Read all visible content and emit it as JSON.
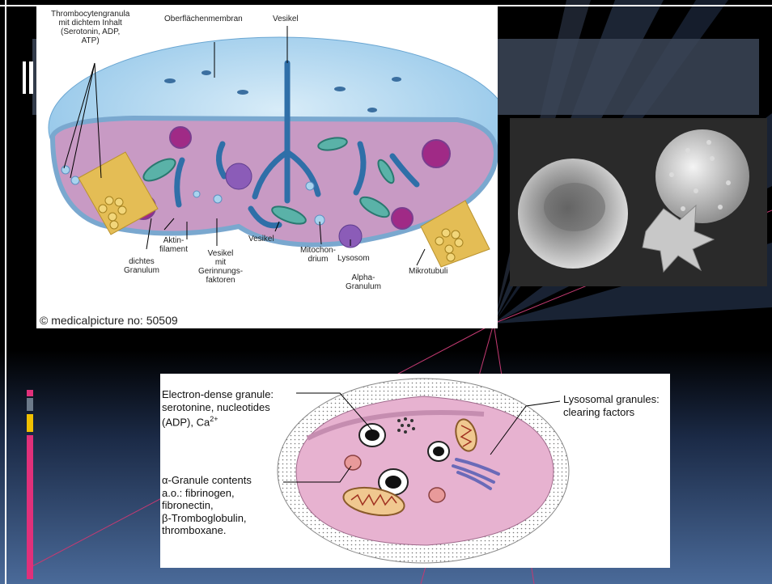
{
  "top_diagram": {
    "labels": {
      "thrombocyte_granules": "Thrombocytengranula\nmit dichtem Inhalt\n(Serotonin, ADP,\nATP)",
      "surface_membrane": "Oberflächenmembran",
      "vesicle_top": "Vesikel",
      "actin": "Aktin-\nfilament",
      "dense_granule": "dichtes\nGranulum",
      "clotting_vesicle": "Vesikel\nmit\nGerinnungs-\nfaktoren",
      "vesicle_bottom": "Vesikel",
      "mitochondrium": "Mitochon-\ndrium",
      "lysosome": "Lysosom",
      "alpha_granule": "Alpha-\nGranulum",
      "microtubules": "Mikrotubuli"
    },
    "credit": "© medicalpicture no: 50509"
  },
  "bottom_diagram": {
    "labels": {
      "electron_dense": "Electron-dense granule:\nserotonine, nucleotides\n(ADP), Ca",
      "electron_dense_sup": "2+",
      "lysosomal": "Lysosomal granules:\nclearing factors",
      "alpha_contents": "α-Granule contents\na.o.: fibrinogen,\nfibronectin,\nβ-Tromboglobulin,\nthromboxane."
    }
  },
  "colors": {
    "accent_pink": "#e0307a",
    "accent_gray": "#6c7a8a",
    "accent_yellow": "#f0c000"
  }
}
